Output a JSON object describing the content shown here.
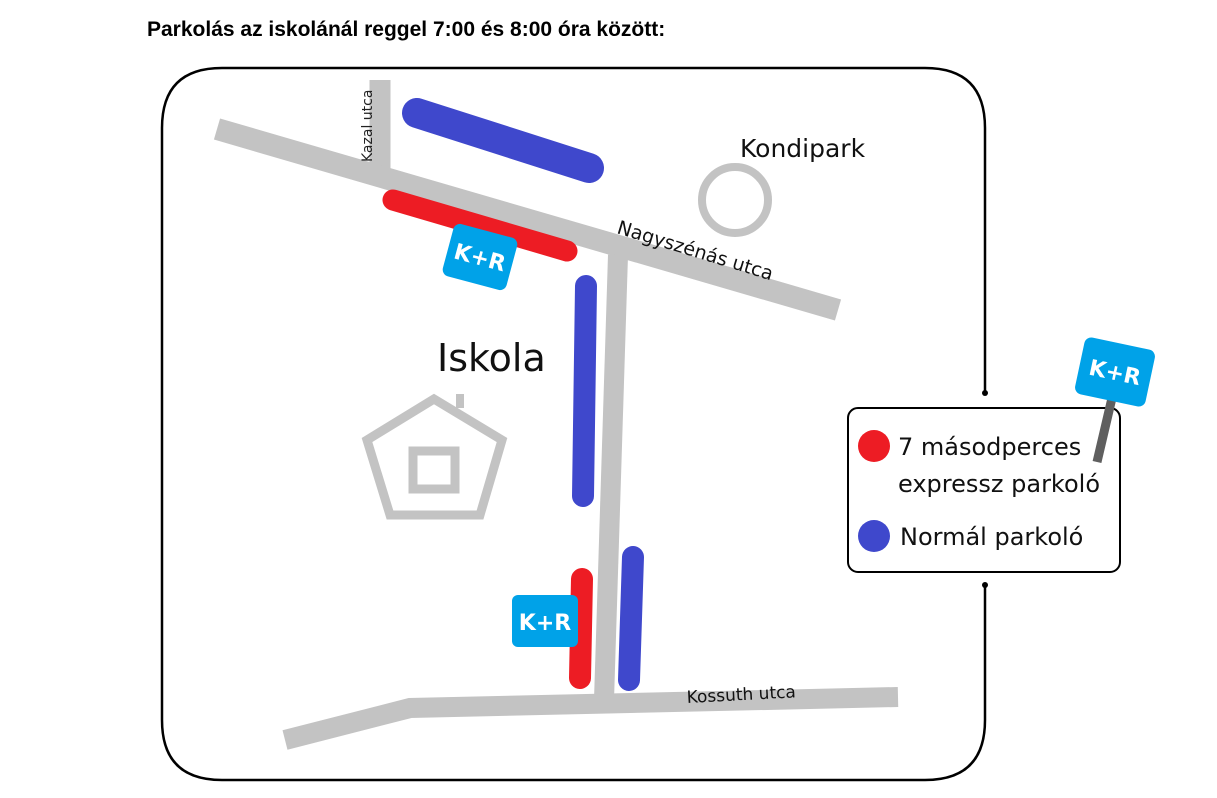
{
  "title": "Parkolás az iskolánál reggel 7:00 és 8:00 óra között:",
  "map": {
    "streets": {
      "kazal": "Kazal utca",
      "nagyszenas": "Nagyszénás utca",
      "kossuth": "Kossuth utca"
    },
    "landmarks": {
      "kondipark": "Kondipark",
      "school": "Iskola"
    },
    "kiss_and_ride_label": "K+R"
  },
  "legend": {
    "items": [
      {
        "line1": "7 másodperces",
        "line2": "expressz parkoló",
        "color": "#ED1C24"
      },
      {
        "line1": "Normál parkoló",
        "color": "#3F48CC"
      }
    ],
    "sign_label": "K+R"
  },
  "colors": {
    "express": "#ED1C24",
    "normal": "#3F48CC",
    "kr": "#00A2E8",
    "road": "#C3C3C3"
  }
}
